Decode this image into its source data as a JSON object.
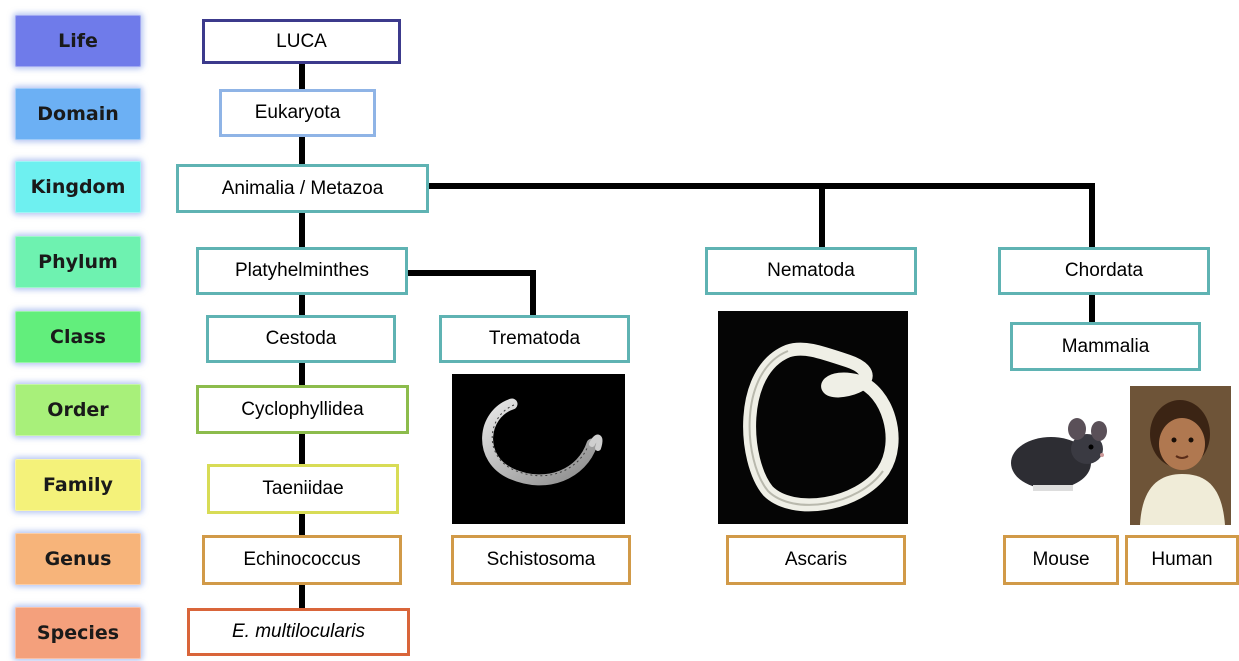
{
  "ranks": {
    "life": "Life",
    "domain": "Domain",
    "kingdom": "Kingdom",
    "phylum": "Phylum",
    "class": "Class",
    "order": "Order",
    "family": "Family",
    "genus": "Genus",
    "species": "Species"
  },
  "rank_colors": {
    "life": "#6f7bea",
    "domain": "#6cb0f4",
    "kingdom": "#6ef0f0",
    "phylum": "#6ef2b0",
    "class": "#62ee7c",
    "order": "#a8f07a",
    "family": "#f4f27a",
    "genus": "#f7b47a",
    "species": "#f4a07c"
  },
  "nodes": {
    "luca": "LUCA",
    "eukaryota": "Eukaryota",
    "animalia": "Animalia / Metazoa",
    "platyhelminthes": "Platyhelminthes",
    "nematoda": "Nematoda",
    "chordata": "Chordata",
    "cestoda": "Cestoda",
    "trematoda": "Trematoda",
    "mammalia": "Mammalia",
    "cyclophyllidea": "Cyclophyllidea",
    "taeniidae": "Taeniidae",
    "echinococcus": "Echinococcus",
    "schistosoma": "Schistosoma",
    "ascaris": "Ascaris",
    "mouse": "Mouse",
    "human": "Human",
    "e_multilocularis": "E. multilocularis"
  },
  "border_colors": {
    "life": "#3c3a8c",
    "domain": "#8fb4e6",
    "teal": "#5fb3b3",
    "order": "#8cbc4c",
    "family": "#d8dc56",
    "genus": "#d19a48",
    "species": "#d9653a",
    "line": "#000000"
  }
}
